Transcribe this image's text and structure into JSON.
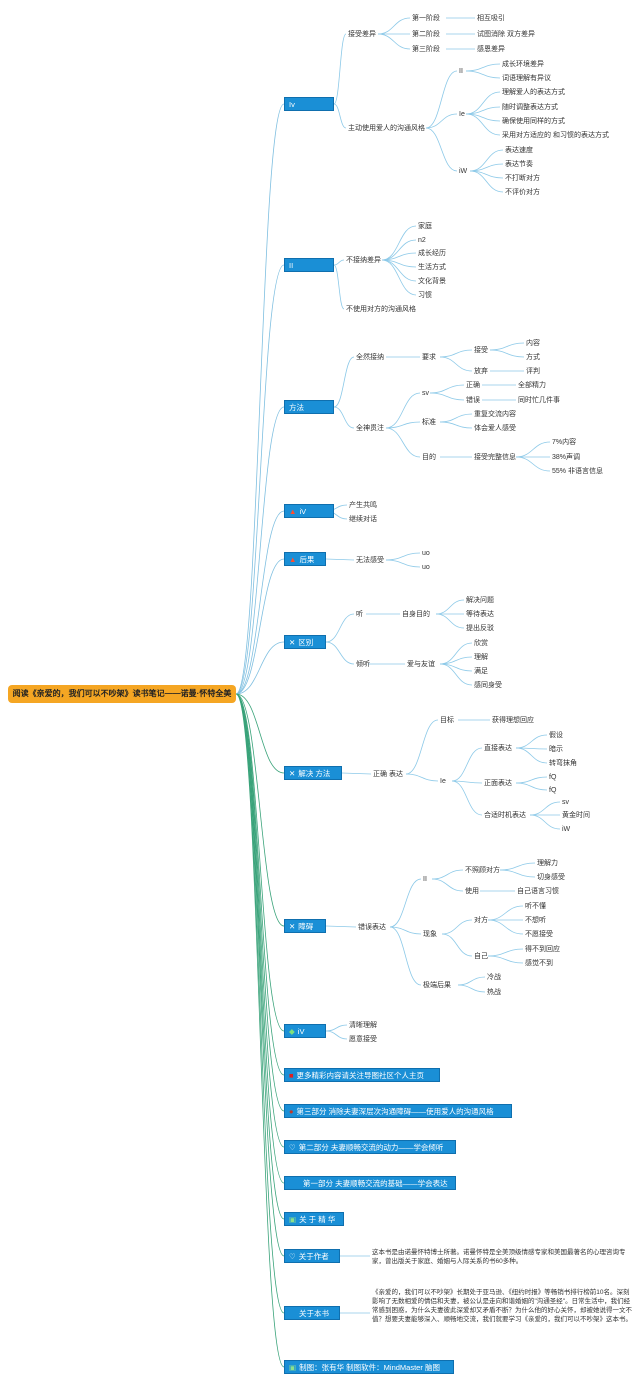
{
  "root": {
    "title": "阅读《亲爱的，我们可以不吵架》读书笔记——诺曼·怀特全美"
  },
  "branches": [
    {
      "label": "Iv",
      "icon": ""
    },
    {
      "label": "II",
      "icon": ""
    },
    {
      "label": "方法",
      "icon": ""
    },
    {
      "label": "iV",
      "icon": "fire-icon"
    },
    {
      "label": "后果",
      "icon": "fire-icon"
    },
    {
      "label": "区别",
      "icon": "tools-icon"
    },
    {
      "label": "解决 方法",
      "icon": "tools-icon"
    },
    {
      "label": "障碍",
      "icon": "tools-icon"
    },
    {
      "label": "iV",
      "icon": "diamond-icon"
    },
    {
      "label": "更多精彩内容请关注导图社区个人主页",
      "icon": "square-icon"
    },
    {
      "label": "第三部分 消除夫妻深层次沟通障碍——使用爱人的沟通风格",
      "icon": "circle-icon"
    },
    {
      "label": "第二部分 夫妻顺畅交流的动力——学会倾听",
      "icon": "heart-icon"
    },
    {
      "label": "第一部分 夫妻顺畅交流的基础——学会表达",
      "icon": ""
    },
    {
      "label": "关 于 精 华",
      "icon": "book-icon"
    },
    {
      "label": "关于作者",
      "icon": "heart-icon"
    },
    {
      "label": "关于本书",
      "icon": ""
    },
    {
      "label": "制图：张有华 制图软件：MindMaster 脑图",
      "icon": "book-icon"
    }
  ],
  "nodes": {
    "b1": {
      "l1": "接受差异",
      "l1_stages": [
        "第一阶段",
        "第二阶段",
        "第三阶段"
      ],
      "l1_stage_notes": [
        "相互吸引",
        "试图消除 双方差异",
        "感恩差异"
      ],
      "l2": "主动使用爱人的沟通风格",
      "l2_subs": [
        "II",
        "Ie",
        "iW"
      ],
      "s1": [
        "成长环境差异",
        "词语理解有异议"
      ],
      "s2": [
        "理解爱人的表达方式",
        "随时调整表达方式",
        "确保使用同样的方式",
        "采用对方适应的 和习惯的表达方式"
      ],
      "s3": [
        "表达速度",
        "表达节奏",
        "不打断对方",
        "不评价对方"
      ]
    },
    "b2": {
      "l1": "不接纳差异",
      "items": [
        "家庭",
        "n2",
        "成长经历",
        "生活方式",
        "文化背景",
        "习惯"
      ],
      "l2": "不使用对方的沟通风格"
    },
    "b3": {
      "a": "全然接纳",
      "a1": "要求",
      "a1_subs": [
        "接受",
        "放弃"
      ],
      "a1_accept": [
        "内容",
        "方式"
      ],
      "a1_drop": [
        "评判"
      ],
      "b": "全神贯注",
      "b_subs": [
        "sv",
        "标准",
        "目的"
      ],
      "sv_items": [
        "正确",
        "错误"
      ],
      "sv_notes": [
        "全部精力",
        "同时忙几件事"
      ],
      "std_items": [
        "重复交流内容",
        "体会爱人感受"
      ],
      "goal": "接受完整信息",
      "goal_items": [
        "7%内容",
        "38%声调",
        "55% 非语言信息"
      ]
    },
    "b4": {
      "items": [
        "产生共鸣",
        "继续对话"
      ]
    },
    "b5": {
      "a": "无法感受",
      "items": [
        "uo",
        "uo"
      ]
    },
    "b6": {
      "a": "听",
      "a1": "自身目的",
      "a1_items": [
        "解决问题",
        "等待表达",
        "提出反驳"
      ],
      "b": "倾听",
      "b1": "爱与友谊",
      "b1_items": [
        "欣赏",
        "理解",
        "满足",
        "感同身受"
      ]
    },
    "b7": {
      "a": "正确 表达",
      "goal": "目标",
      "goal_note": "获得理想回应",
      "ie": "Ie",
      "subs": [
        "直接表达",
        "正面表达",
        "合适时机表达"
      ],
      "direct": [
        "假设",
        "暗示",
        "转弯抹角"
      ],
      "positive": [
        "fQ",
        "fQ"
      ],
      "timing": [
        "sv",
        "黄金时间",
        "iW"
      ]
    },
    "b8": {
      "a": "错误表达",
      "subs": [
        "II",
        "现象",
        "极端后果"
      ],
      "ii_items": [
        "不照顾对方",
        "使用"
      ],
      "ii_care": [
        "理解力",
        "切身感受"
      ],
      "ii_use": "自己语言习惯",
      "ph_items": [
        "对方",
        "自己"
      ],
      "ph_other": [
        "听不懂",
        "不想听",
        "不愿接受"
      ],
      "ph_self": [
        "得不到回应",
        "感觉不到"
      ],
      "ext": [
        "冷战",
        "热战"
      ]
    },
    "b9": {
      "items": [
        "清晰理解",
        "愿意接受"
      ]
    },
    "b15": {
      "text": "这本书是由诺曼怀特博士所著。诺曼怀特是全美顶级情感专家和美国最著名的心理咨询专家，曾出版关于家庭、婚姻与人际关系的书60多种。"
    },
    "b16": {
      "text": "《亲爱的，我们可以不吵架》长期处于亚马逊、《纽约时报》等畅销书排行榜前10名。深刻影响了无数相爱的情侣和夫妻，被公认是走向和谐婚姻的\"沟通圣经\"。日常生活中，我们经常感到困惑，为什么夫妻彼此深爱却又矛盾不断？为什么他的好心关怀，却被她说得一文不值？想要夫妻能够深入、顺畅地交流，我们就要学习《亲爱的，我们可以不吵架》这本书。"
    }
  },
  "colors": {
    "root": "#f5a623",
    "branch": "#1a8fd6",
    "line_top": "#7fbfe0",
    "line_bottom": "#3aa37a"
  }
}
